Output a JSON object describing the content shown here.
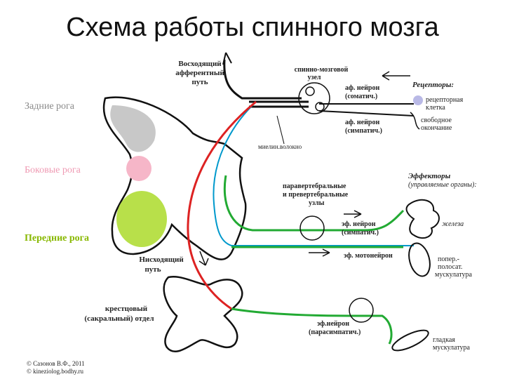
{
  "title": "Схема работы спинного мозга",
  "labels": {
    "ascending_1": "Восходящий",
    "ascending_2": "афферентный",
    "ascending_3": "путь",
    "ganglion_1": "спинно-мозговой",
    "ganglion_2": "узел",
    "receptors": "Рецепторы:",
    "receptor_cell_1": "рецепторная",
    "receptor_cell_2": "клетка",
    "free_ending_1": "свободное",
    "free_ending_2": "окончание",
    "aff_somatic_1": "аф. нейрон",
    "aff_somatic_2": "(соматич.)",
    "aff_sympathetic_1": "аф. нейрон",
    "aff_sympathetic_2": "(симпатич.)",
    "myelin": "миелин.волокно",
    "dorsal_horns": "Задние рога",
    "lateral_horns": "Боковые рога",
    "ventral_horns": "Передние рога",
    "paravert_1": "паравертебральные",
    "paravert_2": "и превертебральные",
    "paravert_3": "узлы",
    "effectors_1": "Эффекторы",
    "effectors_2": "(управляемые органы):",
    "gland": "железа",
    "eff_sympathetic_1": "эф. нейрон",
    "eff_sympathetic_2": "(симпатич.)",
    "eff_motoneuron": "эф. мотонейрон",
    "striated_1": "попер.-",
    "striated_2": "полосат.",
    "striated_3": "мускулатура",
    "descending_1": "Нисходящий",
    "descending_2": "путь",
    "sacral_1": "крестцовый",
    "sacral_2": "(сакральный) отдел",
    "eff_parasymp_1": "эф.нейрон",
    "eff_parasymp_2": "(парасимпатич.)",
    "smooth_1": "гладкая",
    "smooth_2": "мускулатура",
    "copyright_1": "© Сазонов В.Ф., 2011",
    "copyright_2": "© kineziolog.bodhy.ru"
  },
  "colors": {
    "dorsal_horn": "#c8c8c8",
    "lateral_horn": "#f6b6c8",
    "ventral_horn": "#b8e04a",
    "sensory_path": "#0099cc",
    "motor_path": "#22aa33",
    "descending_path": "#dd2222",
    "ventral_label": "#88b800",
    "lateral_label": "#ef9ab3"
  }
}
